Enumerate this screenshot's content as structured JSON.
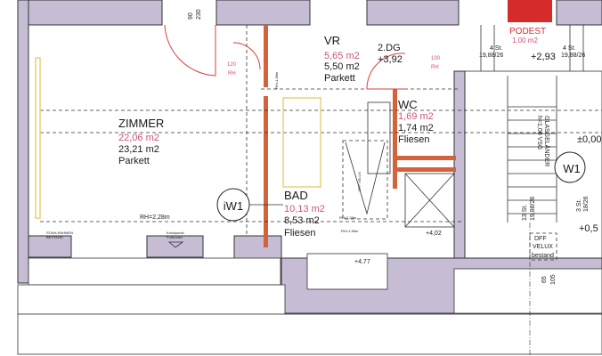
{
  "colors": {
    "wall_fill": "#c6bcd4",
    "gross_area": "#d0527a",
    "podest": "#d62b2b",
    "partition": "#d4623a",
    "sanitary_outline": "#e6d27a"
  },
  "rooms": {
    "zimmer": {
      "name": "ZIMMER",
      "area_net": "22,06 m2",
      "area_gross": "23,21 m2",
      "floor": "Parkett",
      "height": "RH=2,28m"
    },
    "vr": {
      "name": "VR",
      "area_net": "5,65 m2",
      "area_gross": "5,50 m2",
      "floor": "Parkett"
    },
    "wc": {
      "name": "WC",
      "area_net": "1,69 m2",
      "area_gross": "1,74 m2",
      "floor": "Fliesen"
    },
    "bad": {
      "name": "BAD",
      "area_net": "10,13 m2",
      "area_gross": "8,53 m2",
      "floor": "Fliesen",
      "height_1": "RH=2,28m",
      "height_2": "RH=1,98m"
    },
    "podest": {
      "name": "PODEST",
      "area": "1,00 m2"
    }
  },
  "levels": {
    "dg_label": "2.DG",
    "dg": "+3,92",
    "podest": "+2,93",
    "stair_base": "±0,00",
    "stair_mid": "+0,5",
    "bad_window": "+4,77",
    "wc_shower": "+4,02"
  },
  "stairs": {
    "left_flight": {
      "count": "4 St.",
      "size": "19,88/26"
    },
    "right_flight": {
      "count": "4 St.",
      "size": "19,88/26"
    },
    "main_flight": {
      "count": "13 St.",
      "size": "19,88/26"
    },
    "side_flight": {
      "count": "3 St.",
      "size": "18/26"
    },
    "railing_1": "GLASGELÄNDER",
    "railing_2": "h=1,00 VSG"
  },
  "markers": {
    "iw1": "iW1",
    "w1": "W1"
  },
  "doors": {
    "entry_w": "90",
    "entry_h": "230",
    "zimmer_w": "120",
    "zimmer_rh": "RH",
    "wc_w": "100",
    "wc_rh": "RH",
    "vr_rh": "RH=1,98m"
  },
  "annotations": {
    "knick_1": "Knickpunkt",
    "knick_2": "Fußboden",
    "stahlrahmen_1": "STAHLRAHMEN",
    "stahlrahmen_2": "BESTAND",
    "bad_velux_1": "DFF VELUX",
    "velux_1": "DFF",
    "velux_2": "VELUX",
    "velux_3": "bestand",
    "dim_65": "65",
    "dim_105": "105"
  }
}
